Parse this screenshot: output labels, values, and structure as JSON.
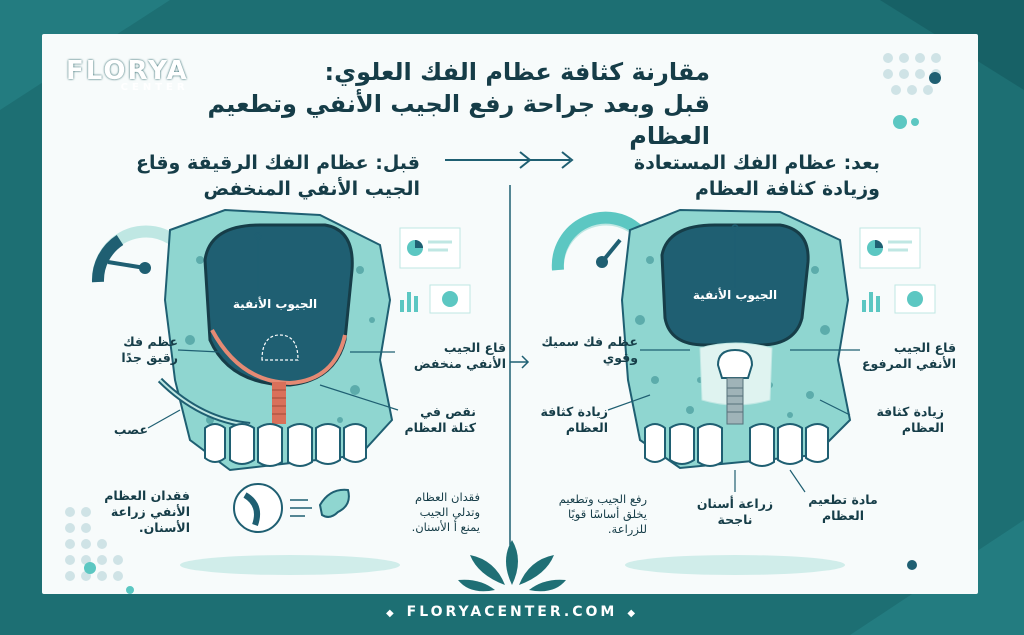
{
  "brand": {
    "name": "FLORYA",
    "tagline": "CENTER",
    "website": "FLORYACENTER.COM"
  },
  "title": {
    "line1": "مقارنة كثافة عظام الفك العلوي:",
    "line2": "قبل وبعد جراحة رفع الجيب الأنفي وتطعيم العظام"
  },
  "before": {
    "heading_line1": "قبل: عظام الفك الرقيقة وقاع",
    "heading_line2": "الجيب الأنفي المنخفض",
    "sinus": "الجيوب الأنفية",
    "labels": {
      "thin_bone_1": "عظم فك",
      "thin_bone_2": "رقيق جدًا",
      "sinus_floor_1": "قاع الجيب",
      "sinus_floor_2": "الأنفي منخفض",
      "nerve": "عصب",
      "bone_deficit_1": "نقص في",
      "bone_deficit_2": "كتلة العظام",
      "loss_1": "فقدان العظام",
      "loss_2": "الأنفي زراعة",
      "loss_3": "الأسنان.",
      "loss2_1": "فقدان العظام",
      "loss2_2": "وتدلي الجيب",
      "loss2_3": "يمنع أ الأسنان."
    }
  },
  "after": {
    "heading_line1": "بعد: عظام الفك المستعادة",
    "heading_line2": "وزيادة كثافة العظام",
    "sinus": "الجيوب الأنفية",
    "labels": {
      "thick_bone_1": "عظم فك سميك",
      "thick_bone_2": "وقوي",
      "raised_floor_1": "قاع الجيب",
      "raised_floor_2": "الأنفي المرفوع",
      "density_left_1": "زيادة كثافة",
      "density_left_2": "العظام",
      "density_right_1": "زيادة كثافة",
      "density_right_2": "العظام",
      "lift_1": "رفع الجيب وتطعيم",
      "lift_2": "يخلق أساسًا قويًا",
      "lift_3": "للزراعة.",
      "implant_1": "زراعة أسنان",
      "implant_2": "ناجحة",
      "graft_1": "مادة تطعيم",
      "graft_2": "العظام"
    }
  },
  "colors": {
    "frame": "#1d6f73",
    "teal_dark": "#1f5f72",
    "teal": "#5cc7c2",
    "teal_light": "#bfe7e3",
    "text": "#163d48",
    "implant": "#d9705a"
  }
}
